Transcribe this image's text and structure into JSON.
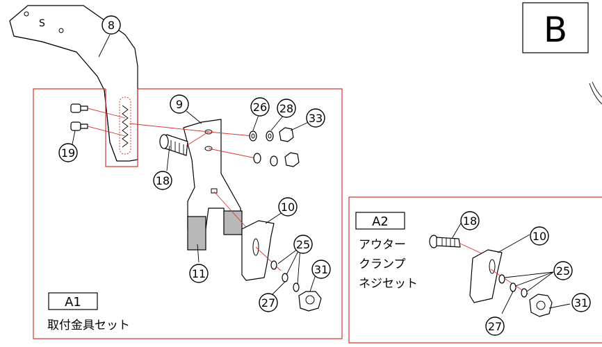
{
  "section": {
    "letter": "B"
  },
  "stamp_letter": "S",
  "assemblies": [
    {
      "code": "A1",
      "name": "取付金具セット"
    },
    {
      "code": "A2",
      "name_lines": [
        "アウター",
        "クランプ",
        "ネジセット"
      ]
    }
  ],
  "callouts": {
    "p8": "8",
    "p9": "9",
    "p10a": "10",
    "p11": "11",
    "p18a": "18",
    "p19": "19",
    "p25a": "25",
    "p26": "26",
    "p27a": "27",
    "p28": "28",
    "p31a": "31",
    "p33": "33",
    "p18b": "18",
    "p10b": "10",
    "p25b": "25",
    "p27b": "27",
    "p31b": "31"
  }
}
